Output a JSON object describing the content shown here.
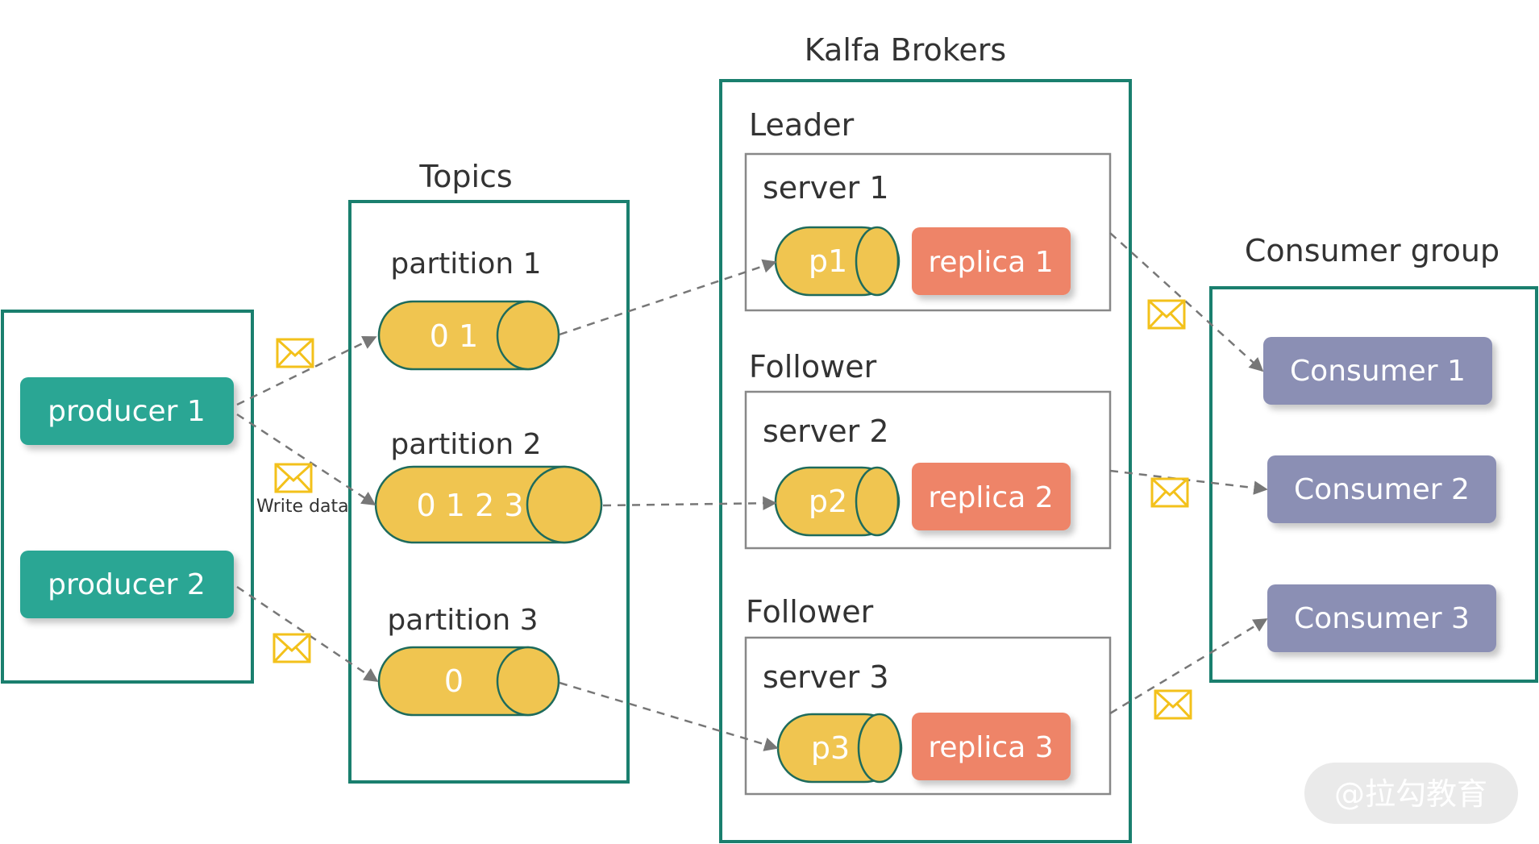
{
  "colors": {
    "frame": "#1a7f6e",
    "producer": "#2aa694",
    "partition": "#f0c550",
    "partition_stroke": "#1e6b5c",
    "replica": "#ee8467",
    "consumer": "#8b8fb4",
    "server_border": "#888888",
    "arrow": "#777777",
    "envelope": "#f3c11b",
    "text": "#333333",
    "light_text": "#ffffff",
    "watermark_bg": "#eaeaea"
  },
  "sections": {
    "topics": "Topics",
    "brokers": "Kalfa Brokers",
    "consumer_group": "Consumer group"
  },
  "producers": [
    {
      "label": "producer 1"
    },
    {
      "label": "producer 2"
    }
  ],
  "write_label": "Write data",
  "partitions": [
    {
      "label": "partition 1",
      "offsets": "0 1"
    },
    {
      "label": "partition 2",
      "offsets": "0 1 2 3"
    },
    {
      "label": "partition 3",
      "offsets": "0"
    }
  ],
  "broker_roles": [
    "Leader",
    "Follower",
    "Follower"
  ],
  "servers": [
    {
      "label": "server 1",
      "partition": "p1",
      "replica": "replica 1"
    },
    {
      "label": "server 2",
      "partition": "p2",
      "replica": "replica 2"
    },
    {
      "label": "server 3",
      "partition": "p3",
      "replica": "replica 3"
    }
  ],
  "consumers": [
    {
      "label": "Consumer 1"
    },
    {
      "label": "Consumer 2"
    },
    {
      "label": "Consumer 3"
    }
  ],
  "watermark": "@拉勾教育"
}
